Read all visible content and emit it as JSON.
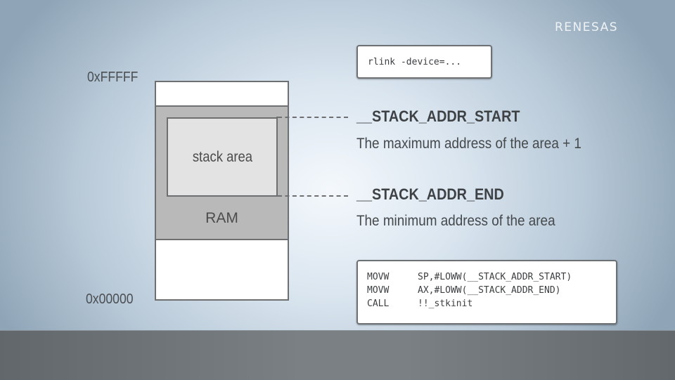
{
  "brand": {
    "logo_text": "RENESAS"
  },
  "memory_map": {
    "top_address": "0xFFFFF",
    "bottom_address": "0x00000",
    "region_label": "RAM",
    "stack_label": "stack area"
  },
  "symbols": [
    {
      "name": "__STACK_ADDR_START",
      "description": "The maximum address of the area + 1"
    },
    {
      "name": "__STACK_ADDR_END",
      "description": "The minimum address of the area"
    }
  ],
  "linker_command": {
    "text": "rlink -device=..."
  },
  "code": {
    "lines": [
      {
        "op": "MOVW",
        "arg": "SP,#LOWW(__STACK_ADDR_START)"
      },
      {
        "op": "MOVW",
        "arg": "AX,#LOWW(__STACK_ADDR_END)"
      },
      {
        "op": "CALL",
        "arg": "!!_stkinit"
      }
    ]
  }
}
